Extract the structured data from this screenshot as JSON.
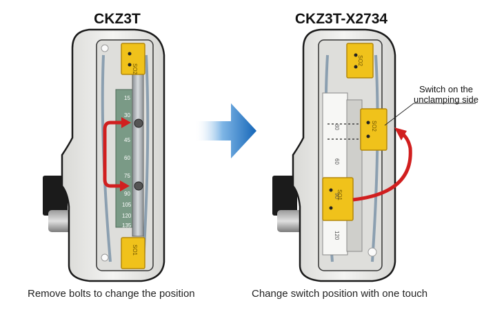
{
  "left_panel": {
    "title": "CKZ3T",
    "caption": "Remove bolts to change the position",
    "scale_marks": [
      "15",
      "30",
      "45",
      "60",
      "75",
      "90",
      "105",
      "120",
      "135"
    ],
    "switch_label_top": "SO2",
    "switch_label_bottom": "SO1"
  },
  "right_panel": {
    "title": "CKZ3T-X2734",
    "caption": "Change switch position with one touch",
    "callout_line1": "Switch on the",
    "callout_line2": "unclamping side",
    "switch_label_top": "SO2",
    "switch_label_moved": "SO2",
    "switch_label_bottom": "SO1",
    "scale_marks": [
      "30",
      "60",
      "90",
      "120"
    ]
  },
  "colors": {
    "housing": "#ececea",
    "switch_yellow": "#f0c21b",
    "arrow_red": "#d11f1f",
    "arrow_blue": "#1f7fcf"
  }
}
